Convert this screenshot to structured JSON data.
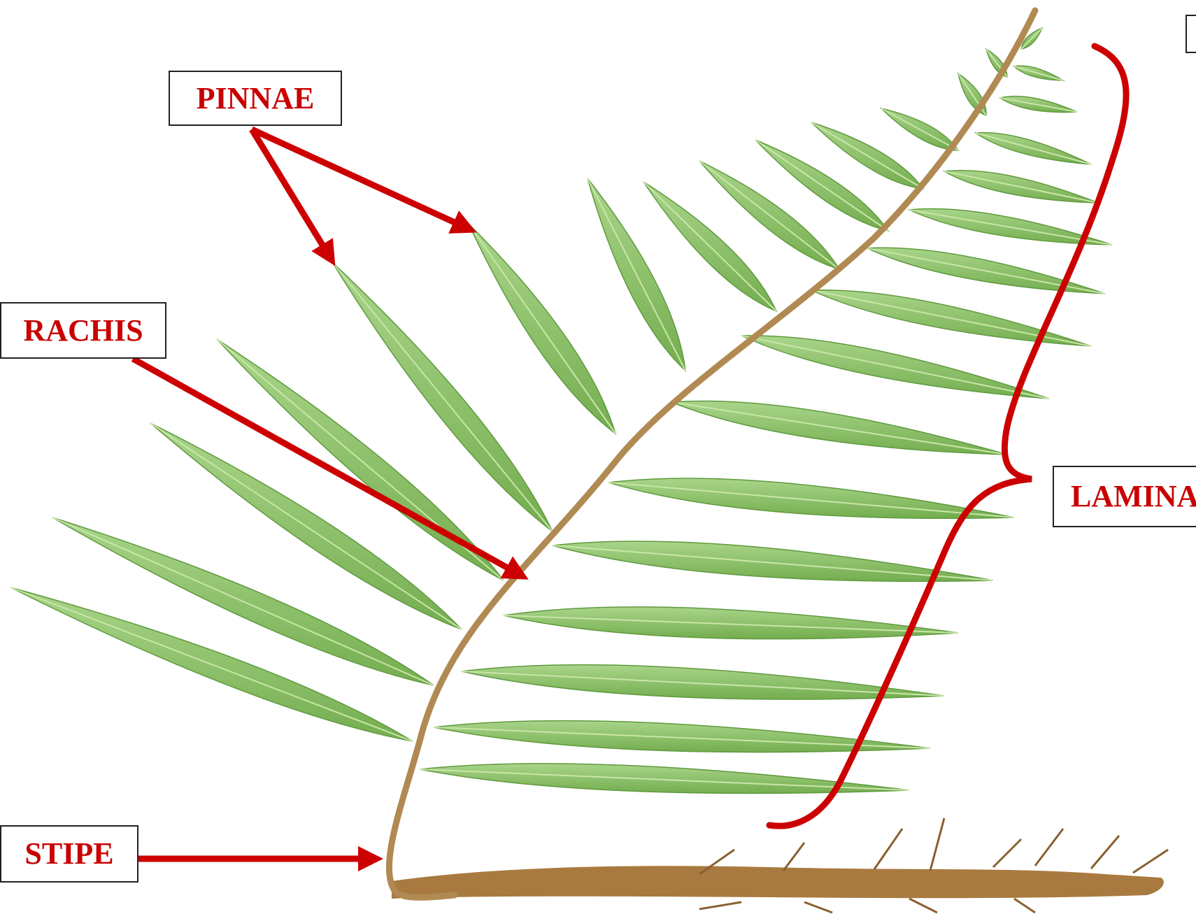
{
  "labels": {
    "pinnae": "PINNAE",
    "rachis": "RACHIS",
    "stipe": "STIPE",
    "lamina": "LAMINA"
  },
  "colors": {
    "label_text": "#c80000",
    "arrow": "#cc0000",
    "leaf": "#8cc466",
    "leaf_dark": "#5f9a3e",
    "stem": "#b08a52",
    "rhizome": "#9a6a34"
  }
}
